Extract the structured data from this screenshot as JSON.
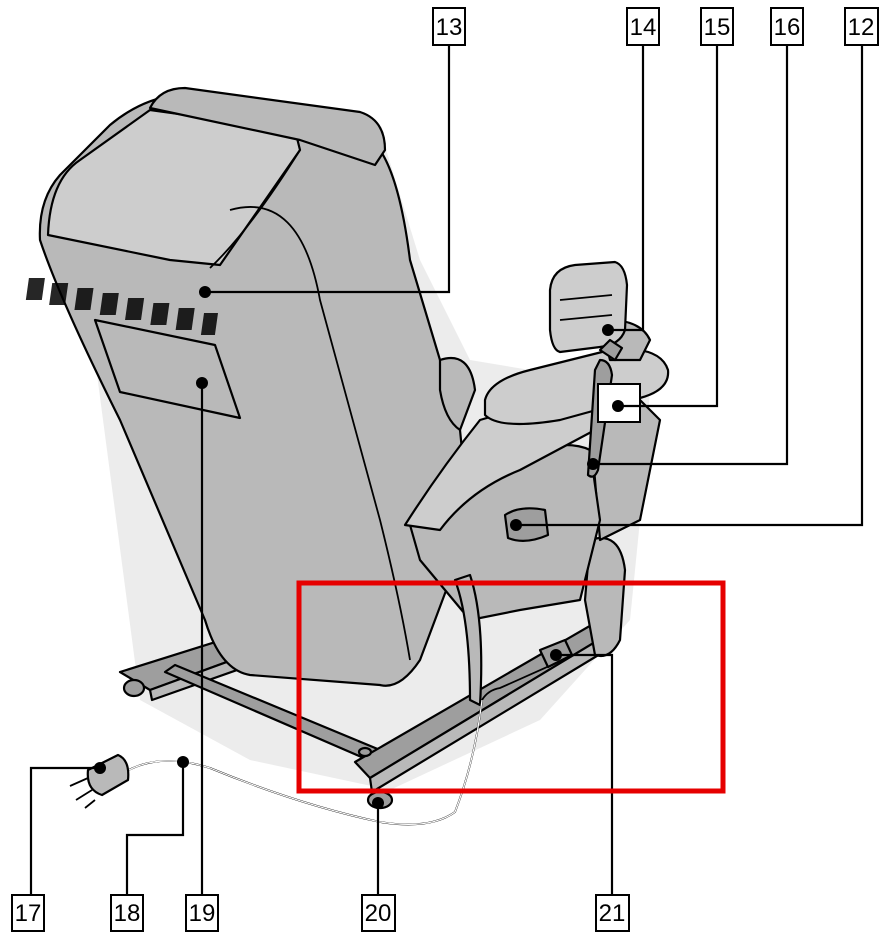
{
  "callouts": [
    {
      "id": "12",
      "label": "12"
    },
    {
      "id": "13",
      "label": "13"
    },
    {
      "id": "14",
      "label": "14"
    },
    {
      "id": "15",
      "label": "15"
    },
    {
      "id": "16",
      "label": "16"
    },
    {
      "id": "17",
      "label": "17"
    },
    {
      "id": "18",
      "label": "18"
    },
    {
      "id": "19",
      "label": "19"
    },
    {
      "id": "20",
      "label": "20"
    },
    {
      "id": "21",
      "label": "21"
    }
  ],
  "colors": {
    "chair_body": "#b9b9b9",
    "highlight_box": "#e60000",
    "outline": "#000000"
  }
}
